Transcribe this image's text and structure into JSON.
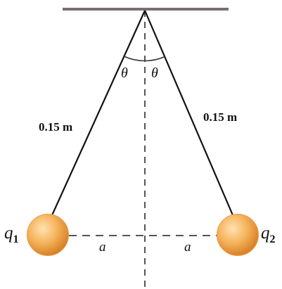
{
  "diagram": {
    "length_left": "0.15 m",
    "length_right": "0.15 m",
    "angle_left": "θ",
    "angle_right": "θ",
    "separation_left": "a",
    "separation_right": "a",
    "charge_left": {
      "symbol": "q",
      "subscript": "1"
    },
    "charge_right": {
      "symbol": "q",
      "subscript": "2"
    },
    "colors": {
      "ceiling": "#7a6f6f",
      "string": "#111111",
      "dashed": "#555555",
      "sphere_light": "#ffe2b0",
      "sphere_mid": "#f5b25a",
      "sphere_dark": "#d8822a"
    }
  }
}
